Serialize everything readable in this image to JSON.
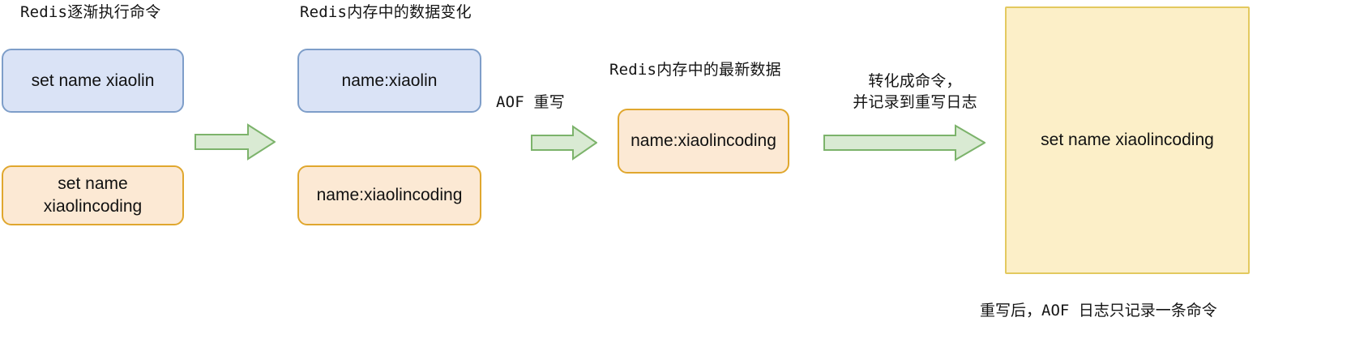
{
  "diagram": {
    "title_columns": [
      {
        "text": "Redis逐渐执行命令"
      },
      {
        "text": "Redis内存中的数据变化"
      },
      {
        "text": "Redis内存中的最新数据"
      }
    ],
    "column1": {
      "header": "Redis逐渐执行命令",
      "boxes": [
        {
          "label": "set name xiaolin",
          "color": "#dae3f6",
          "border": "#7e9ec9"
        },
        {
          "label": "set name xiaolincoding",
          "color": "#fce9d4",
          "border": "#e0a72e"
        }
      ]
    },
    "column2": {
      "header": "Redis内存中的数据变化",
      "boxes": [
        {
          "label": "name:xiaolin",
          "color": "#dae3f6",
          "border": "#7e9ec9"
        },
        {
          "label": "name:xiaolincoding",
          "color": "#fce9d4",
          "border": "#e0a72e"
        }
      ]
    },
    "column3": {
      "header": "Redis内存中的最新数据",
      "boxes": [
        {
          "label": "name:xiaolincoding",
          "color": "#fce9d4",
          "border": "#e0a72e"
        }
      ]
    },
    "column4": {
      "log_panel_text": "set name xiaolincoding",
      "log_panel_color": "#fcefc8",
      "log_panel_border": "#e3c95f",
      "caption": "重写后，AOF 日志只记录一条命令"
    },
    "arrows": [
      {
        "label": "",
        "color": "#d9ead3",
        "border": "#7cb36b"
      },
      {
        "label": "AOF  重写",
        "color": "#d9ead3",
        "border": "#7cb36b"
      },
      {
        "label_line1": "转化成命令，",
        "label_line2": "并记录到重写日志",
        "color": "#d9ead3",
        "border": "#7cb36b"
      }
    ],
    "arrow2_label": "AOF  重写",
    "arrow3_label_line1": "转化成命令，",
    "arrow3_label_line2": "并记录到重写日志"
  }
}
